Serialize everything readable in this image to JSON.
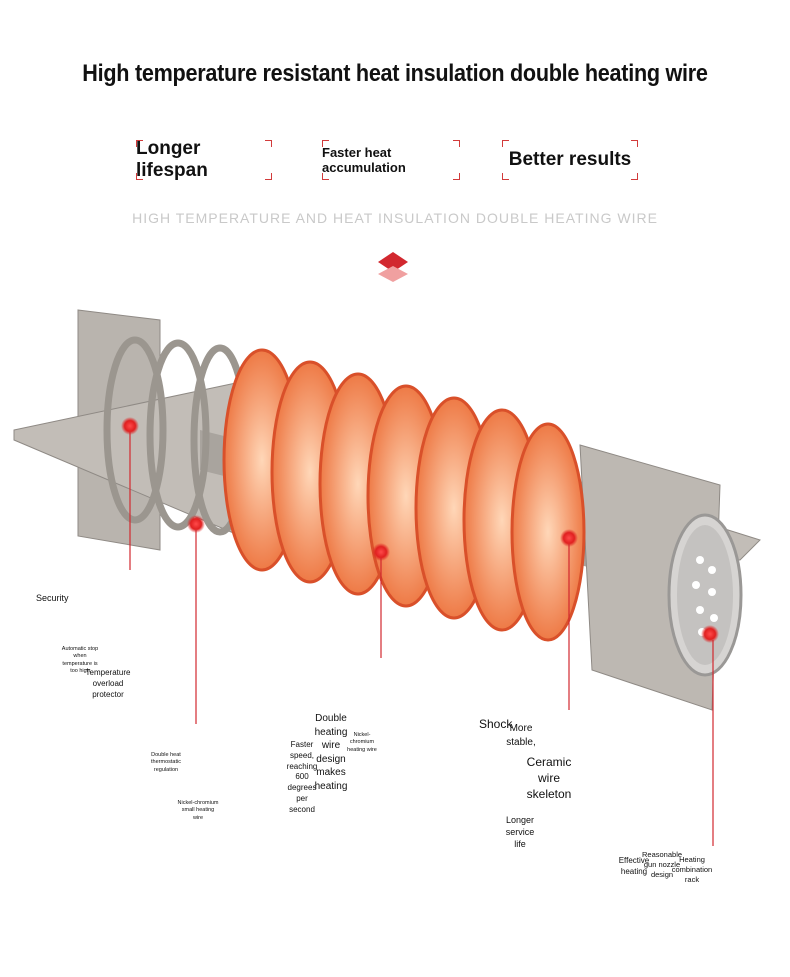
{
  "title": "High temperature resistant heat insulation double heating wire",
  "features": [
    "Longer lifespan",
    "Faster heat accumulation",
    "Better results"
  ],
  "subtitle": "HIGH TEMPERATURE AND HEAT INSULATION DOUBLE HEATING WIRE",
  "colors": {
    "accent": "#d2282f",
    "coil": "#e0542c",
    "ceramic": "#b5b0aa"
  },
  "labels": {
    "security": "Security",
    "auto_stop": "Automatic stop when temperature is too high",
    "overload": "Temperature overload protector",
    "double_heat": "Double heat thermostatic regulation",
    "nickel_small": "Nickel-chromium small heating wire",
    "faster_speed": "Faster speed, reaching 600 degrees per second",
    "double_wire": "Double heating wire design makes heating",
    "nickel_wire": "Nickel-chromium heating wire",
    "shock": "Shock",
    "more_stable": "More stable,",
    "ceramic": "Ceramic wire skeleton",
    "longer_life": "Longer service life",
    "effective": "Effective heating",
    "reasonable": "Reasonable gun nozzle design",
    "combo": "Heating combination rack"
  }
}
